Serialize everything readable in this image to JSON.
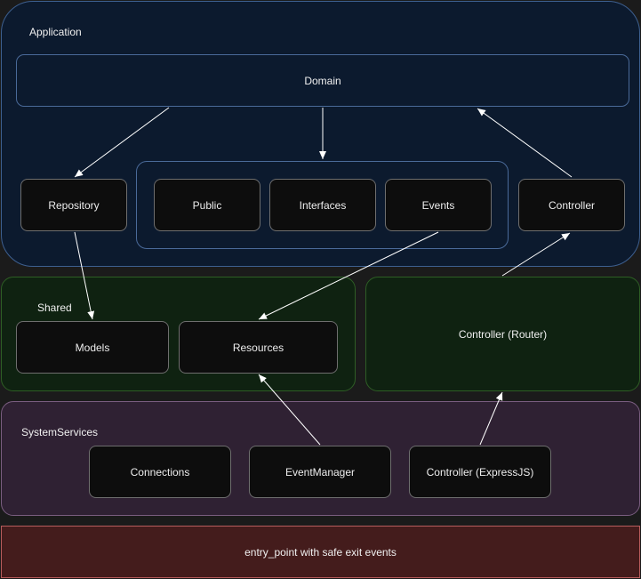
{
  "application": {
    "title": "Application"
  },
  "domain": {
    "label": "Domain"
  },
  "application_boxes": {
    "repository": "Repository",
    "public": "Public",
    "interfaces": "Interfaces",
    "events": "Events",
    "controller": "Controller"
  },
  "shared": {
    "title": "Shared",
    "models": "Models",
    "resources": "Resources"
  },
  "router": {
    "label": "Controller (Router)"
  },
  "system_services": {
    "title": "SystemServices",
    "connections": "Connections",
    "event_manager": "EventManager",
    "controller_express": "Controller (ExpressJS)"
  },
  "entry_point": {
    "label": "entry_point with safe exit events"
  },
  "colors": {
    "background": "#1b1b1b",
    "application_fill": "#0c1a2e",
    "shared_fill": "#0f2211",
    "system_services_fill": "#2f2133",
    "entry_fill": "#441c1c",
    "arrow": "#ffffff"
  }
}
